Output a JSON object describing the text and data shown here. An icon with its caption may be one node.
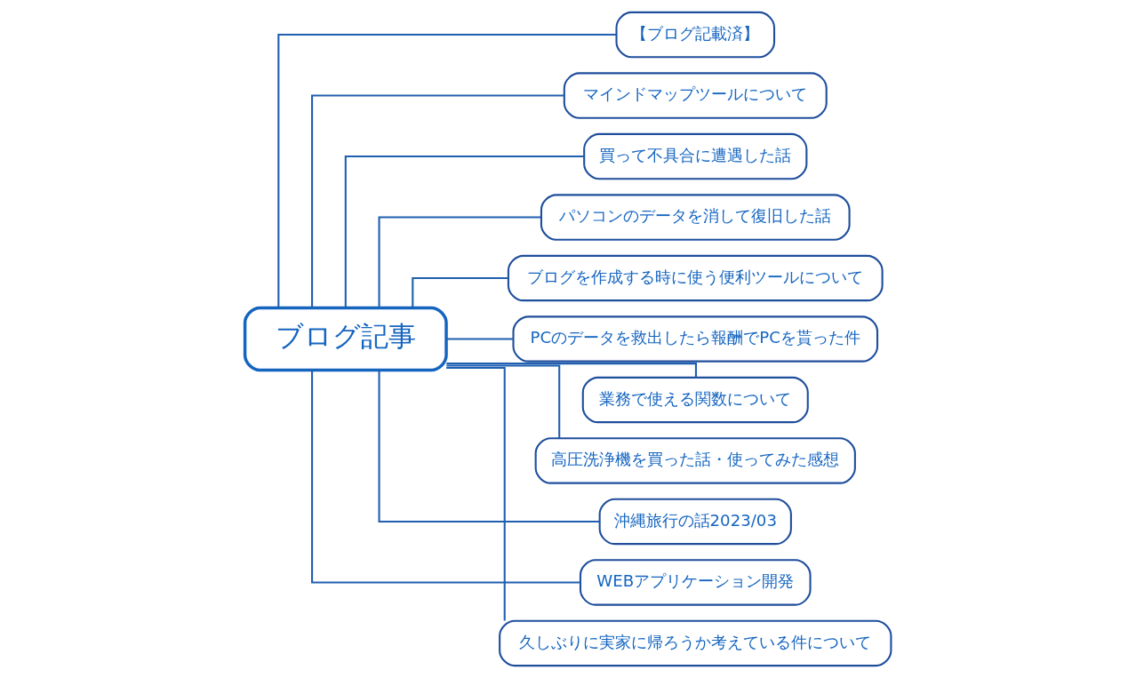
{
  "diagram": {
    "nodes": [
      {
        "text": [
          "ブログ記事"
        ]
      },
      {
        "text": [
          "【ブログ記載済】"
        ]
      },
      {
        "text": [
          "マインドマップツールについて"
        ]
      },
      {
        "text": [
          "買って不具合に遭遇した話"
        ]
      },
      {
        "text": [
          "パソコンのデータを消して復旧した話"
        ]
      },
      {
        "text": [
          "ブログを作成する時に使う便利ツールについて"
        ]
      },
      {
        "text": [
          "PCのデータを救出したら報酬でPCを貰った件"
        ]
      },
      {
        "text": [
          "業務で使える関数について"
        ]
      },
      {
        "text": [
          "高圧洗浄機を買った話・使ってみた感想"
        ]
      },
      {
        "text": [
          "沖縄旅行の話2023/03"
        ]
      },
      {
        "text": [
          "WEBアプリケーション開発"
        ]
      },
      {
        "text": [
          "久しぶりに実家に帰ろうか考えている件について"
        ]
      }
    ],
    "edges": [
      {
        "from": 0,
        "to": 1,
        "arrow": "none"
      },
      {
        "from": 0,
        "to": 2,
        "arrow": "none"
      },
      {
        "from": 0,
        "to": 3,
        "arrow": "none"
      },
      {
        "from": 0,
        "to": 4,
        "arrow": "none"
      },
      {
        "from": 0,
        "to": 5,
        "arrow": "none"
      },
      {
        "from": 0,
        "to": 6,
        "arrow": "none"
      },
      {
        "from": 0,
        "to": 7,
        "arrow": "none"
      },
      {
        "from": 0,
        "to": 8,
        "arrow": "none"
      },
      {
        "from": 0,
        "to": 9,
        "arrow": "none"
      },
      {
        "from": 0,
        "to": 10,
        "arrow": "none"
      },
      {
        "from": 0,
        "to": 11,
        "arrow": "none"
      }
    ]
  }
}
